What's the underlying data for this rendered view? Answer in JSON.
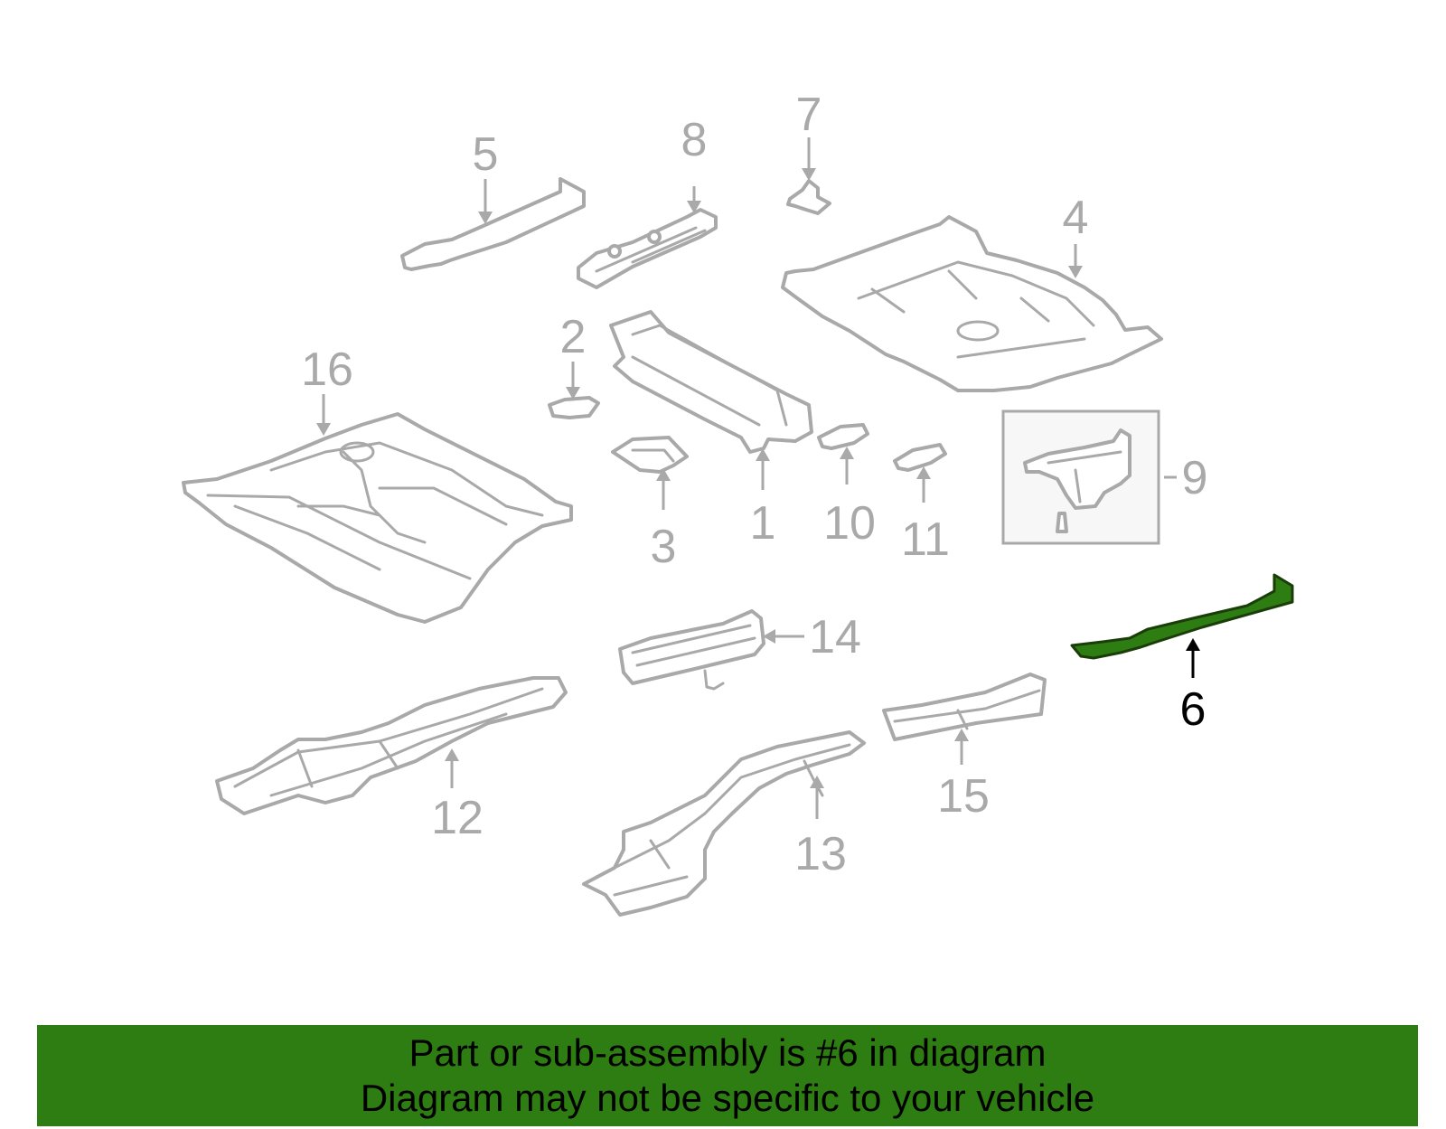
{
  "callouts": {
    "c1": "1",
    "c2": "2",
    "c3": "3",
    "c4": "4",
    "c5": "5",
    "c6": "6",
    "c7": "7",
    "c8": "8",
    "c9": "9",
    "c10": "10",
    "c11": "11",
    "c12": "12",
    "c13": "13",
    "c14": "14",
    "c15": "15",
    "c16": "16"
  },
  "highlighted_part": "6",
  "colors": {
    "highlight_fill": "#2e7d12",
    "part_stroke": "#a9a9a9",
    "banner": "#2e7d12"
  },
  "footer": {
    "line1": "Part or sub-assembly is #6 in diagram",
    "line2": "Diagram may not be specific to your vehicle"
  }
}
